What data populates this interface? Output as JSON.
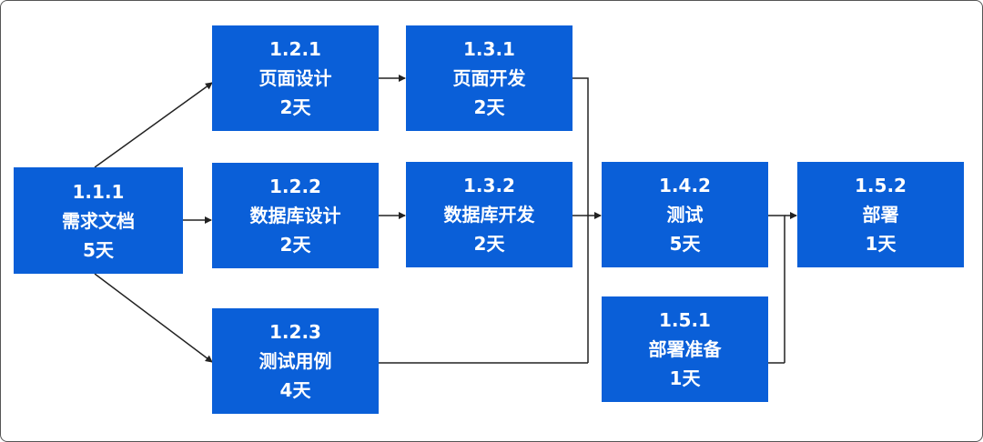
{
  "nodes": {
    "n111": {
      "id": "1.1.1",
      "name": "需求文档",
      "duration": "5天"
    },
    "n121": {
      "id": "1.2.1",
      "name": "页面设计",
      "duration": "2天"
    },
    "n122": {
      "id": "1.2.2",
      "name": "数据库设计",
      "duration": "2天"
    },
    "n123": {
      "id": "1.2.3",
      "name": "测试用例",
      "duration": "4天"
    },
    "n131": {
      "id": "1.3.1",
      "name": "页面开发",
      "duration": "2天"
    },
    "n132": {
      "id": "1.3.2",
      "name": "数据库开发",
      "duration": "2天"
    },
    "n142": {
      "id": "1.4.2",
      "name": "测试",
      "duration": "5天"
    },
    "n151": {
      "id": "1.5.1",
      "name": "部署准备",
      "duration": "1天"
    },
    "n152": {
      "id": "1.5.2",
      "name": "部署",
      "duration": "1天"
    }
  },
  "colors": {
    "node_fill": "#0a5fd8",
    "node_text": "#ffffff",
    "edge": "#222222"
  }
}
